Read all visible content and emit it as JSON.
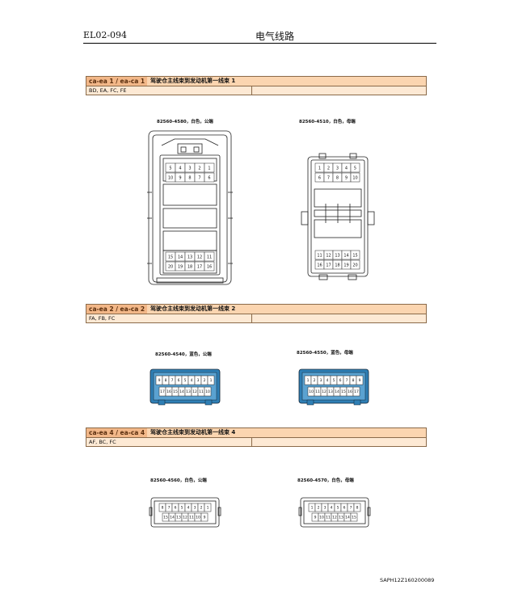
{
  "header": {
    "page_code": "EL02-094",
    "title": "电气线路"
  },
  "sections": [
    {
      "code": "ca-ea 1 /  ea-ca 1",
      "title": "驾驶仓主线束到发动机第一线束 1",
      "variants": "BD, EA, FC, FE",
      "connectors": [
        {
          "label": "82560-4580，白色，公端",
          "pins_top": [
            "5",
            "4",
            "3",
            "2",
            "1"
          ],
          "pins_top2": [
            "10",
            "9",
            "8",
            "7",
            "6"
          ],
          "pins_bot": [
            "15",
            "14",
            "13",
            "12",
            "11"
          ],
          "pins_bot2": [
            "20",
            "19",
            "18",
            "17",
            "16"
          ]
        },
        {
          "label": "82560-4510，白色，母端",
          "pins_top": [
            "1",
            "2",
            "3",
            "4",
            "5"
          ],
          "pins_top2": [
            "6",
            "7",
            "8",
            "9",
            "10"
          ],
          "pins_bot": [
            "11",
            "12",
            "13",
            "14",
            "15"
          ],
          "pins_bot2": [
            "16",
            "17",
            "18",
            "19",
            "20"
          ]
        }
      ]
    },
    {
      "code": "ca-ea 2 /  ea-ca 2",
      "title": "驾驶仓主线束到发动机第一线束 2",
      "variants": "FA, FB, FC",
      "connectors": [
        {
          "label": "82560-4540，蓝色，公端",
          "row1": [
            "9",
            "8",
            "7",
            "6",
            "5",
            "4",
            "3",
            "2",
            "1"
          ],
          "row2": [
            "17",
            "16",
            "15",
            "14",
            "13",
            "12",
            "11",
            "10"
          ]
        },
        {
          "label": "82560-4550，蓝色，母端",
          "row1": [
            "1",
            "2",
            "3",
            "4",
            "5",
            "6",
            "7",
            "8",
            "9"
          ],
          "row2": [
            "10",
            "11",
            "12",
            "13",
            "14",
            "15",
            "16",
            "17"
          ]
        }
      ]
    },
    {
      "code": "ca-ea 4 /  ea-ca 4",
      "title": "驾驶仓主线束到发动机第一线束 4",
      "variants": "AF, BC, FC",
      "connectors": [
        {
          "label": "82560-4560，白色，公端",
          "row1": [
            "8",
            "7",
            "6",
            "5",
            "4",
            "3",
            "2",
            "1"
          ],
          "row2": [
            "15",
            "14",
            "13",
            "12",
            "11",
            "10",
            "9"
          ]
        },
        {
          "label": "82560-4570，白色，母端",
          "row1": [
            "1",
            "2",
            "3",
            "4",
            "5",
            "6",
            "7",
            "8"
          ],
          "row2": [
            "9",
            "10",
            "11",
            "12",
            "13",
            "14",
            "15"
          ]
        }
      ]
    }
  ],
  "footer": {
    "doc_id": "SAPH12Z160200089"
  },
  "colors": {
    "bar": "#fbd5b0",
    "bar_code": "#f2b788",
    "blue_connector": "#2f7fb5"
  }
}
